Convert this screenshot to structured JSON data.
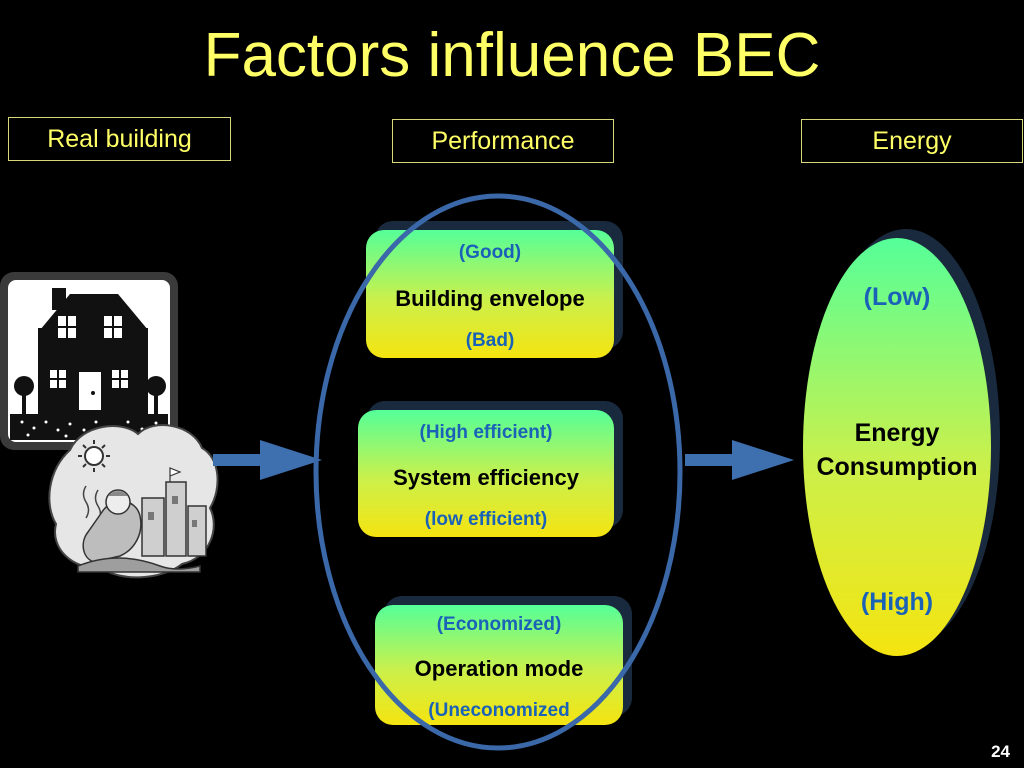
{
  "title": "Factors influence BEC",
  "headers": {
    "real_building": "Real building",
    "performance": "Performance",
    "energy": "Energy"
  },
  "factors": [
    {
      "top": "(Good)",
      "main": "Building envelope",
      "bottom": "(Bad)"
    },
    {
      "top": "(High efficient)",
      "main": "System efficiency",
      "bottom": "(low efficient)"
    },
    {
      "top": "(Economized)",
      "main": "Operation mode",
      "bottom": "(Uneconomized"
    }
  ],
  "energy": {
    "low": "(Low)",
    "line1": "Energy",
    "line2": "Consumption",
    "high": "(High)"
  },
  "page_number": "24",
  "colors": {
    "title": "#ffff66",
    "label_blue": "#1a62b8",
    "ellipse_stroke": "#3a68a8",
    "arrow": "#3e6fae"
  },
  "icons": [
    "house-icon",
    "child-building-sandcastle-icon"
  ]
}
